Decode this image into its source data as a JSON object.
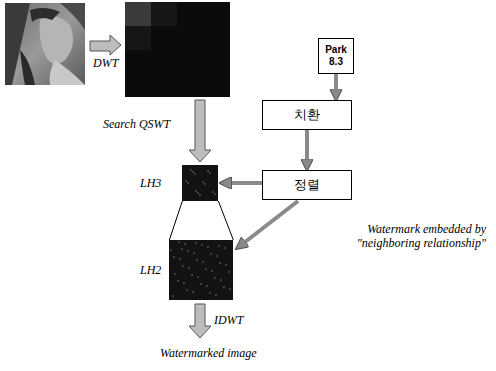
{
  "diagram": {
    "nodes": [
      {
        "text": [
          "Park 8.3"
        ]
      },
      {
        "text": [
          "치환"
        ]
      },
      {
        "text": [
          "정렬"
        ]
      },
      {
        "text": [
          "LH3"
        ]
      },
      {
        "text": [
          "LH2"
        ]
      }
    ],
    "edges": [
      {
        "from": 0,
        "to": 1,
        "arrow": "to"
      },
      {
        "from": 1,
        "to": 2,
        "arrow": "to"
      },
      {
        "from": 2,
        "to": 3,
        "arrow": "to"
      },
      {
        "from": 2,
        "to": 4,
        "arrow": "to"
      },
      {
        "from": 3,
        "to": 4,
        "arrow": "none"
      }
    ],
    "labels": [
      "DWT",
      "Search QSWT",
      "Watermark embedded by \"neighboring relationship\"",
      "IDWT",
      "Watermarked image"
    ]
  }
}
